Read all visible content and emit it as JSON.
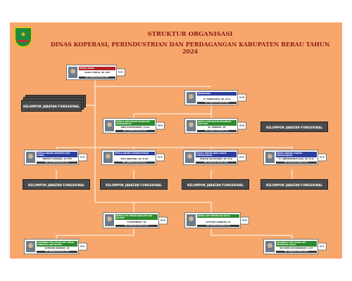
{
  "header": {
    "title_line1": "STRUKTUR ORGANISASI",
    "title_line2": "DINAS KOPERASI, PERINDUSTRIAN DAN PERDAGANGAN KABUPATEN BERAU TAHUN 2024"
  },
  "colors": {
    "board": "#f7a76b",
    "title": "#8b1a1a",
    "kepala": "#b22222",
    "bidang": "#2c3e9e",
    "upt": "#2e8b2e",
    "fungsional": "#4a4a4a"
  },
  "kepala": {
    "position": "KEPALA DINAS",
    "name": "ALIDA YUNITA, SE, MM",
    "nip": "NIP. 19680602199303 2007",
    "grade": "IV/C"
  },
  "sekretaris": {
    "position": "SEKRETARIS",
    "name": "H. HARDIANTO, SE, M.Si",
    "nip": "NIP. 19801215 200502 1002",
    "grade": "IV/B"
  },
  "kasubbag": [
    {
      "position": "KEPALA SUB BAGIAN UMUM DAN KEPEGAWAIAN",
      "name": "DINA KUSUMAWATI, S.Sos",
      "nip": "NIP. 19790826 200701 2011",
      "grade": "III/D"
    },
    {
      "position": "KEPALA SUB BAGIAN KEUANGAN DAN ASET",
      "name": "SJ. HERMITA, SE",
      "nip": "NIP. 19810715 200903 2011",
      "grade": "III/D"
    }
  ],
  "bidang": [
    {
      "position": "KEPALA BIDANG KOPERASI DAN UMKM",
      "name": "TRIKSAT SURIANA, ST, MM",
      "nip": "NIP. 19770405 200501 1011",
      "grade": "IV/A"
    },
    {
      "position": "KEPALA BIDANG PERINDUSTRIAN",
      "name": "RITA INDAYANI, SE, M.AP",
      "nip": "NIP. 19800402 200701 2017",
      "grade": "IV/A"
    },
    {
      "position": "KEPALA BIDANG BINA USAHA PERDAGANGAN",
      "name": "FERLAN SALAHUDIN, SE, M.Si",
      "nip": "NIP. 19791103 200701 1004",
      "grade": "IV/A"
    },
    {
      "position": "KEPALA BIDANG SARANA PERDAGANGAN",
      "name": "H. ABDURRAHIM GANI, SE, M.Si",
      "nip": "NIP. 19760702 200003 1012",
      "grade": "IV/A"
    }
  ],
  "upt": [
    {
      "position": "KEPALA UPT PASAR SANGGAM ADJI DILAYAS",
      "name": "YUSUFANSAH, SE",
      "nip": "NIP. 19830205 200701 1002",
      "grade": "III/D"
    },
    {
      "position": "KEPALA UPT METROLOGI LEGAL",
      "name": "LUTFIADI ZUHRIAN, ST",
      "nip": "NIP. 19790520 200801 1012",
      "grade": "III/D"
    }
  ],
  "kasubbag_upt": [
    {
      "position": "KASUBBAG TATA USAHA UPT PASAR SANGGAM ADJI DILAYAS",
      "name": "SAMSUNI INDRIAH, SE",
      "nip": "NIP. 19820522 201001 2016",
      "grade": "III/C"
    },
    {
      "position": "KASUBBAG TATA USAHA UPT METROLOGI LEGAL",
      "name": "SRI DEWI ASTIANINGSIH, S.ST",
      "nip": "NIP. 19860212 200903 2007",
      "grade": "III/C"
    }
  ],
  "fungsional_label": "KELOMPOK JABATAN FUNGSIONAL"
}
